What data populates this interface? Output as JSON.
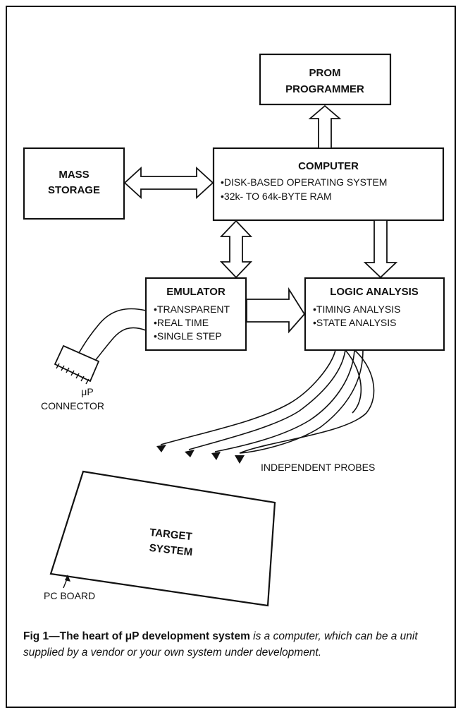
{
  "boxes": {
    "prom": {
      "line1": "PROM",
      "line2": "PROGRAMMER"
    },
    "mass": {
      "line1": "MASS",
      "line2": "STORAGE"
    },
    "computer": {
      "title": "COMPUTER",
      "items": [
        "•DISK-BASED OPERATING SYSTEM",
        "•32k- TO 64k-BYTE RAM"
      ]
    },
    "emulator": {
      "title": "EMULATOR",
      "items": [
        "•TRANSPARENT",
        "•REAL TIME",
        "•SINGLE STEP"
      ]
    },
    "logic": {
      "title": "LOGIC ANALYSIS",
      "items": [
        "•TIMING ANALYSIS",
        "•STATE ANALYSIS"
      ]
    },
    "target": {
      "line1": "TARGET",
      "line2": "SYSTEM"
    }
  },
  "labels": {
    "up": "μP",
    "connector": "CONNECTOR",
    "probes": "INDEPENDENT PROBES",
    "pcboard": "PC BOARD"
  },
  "caption": {
    "bold": "Fig 1—The heart of μP development system",
    "italic": " is a computer, which can be a unit supplied by a vendor or your own system under development."
  }
}
